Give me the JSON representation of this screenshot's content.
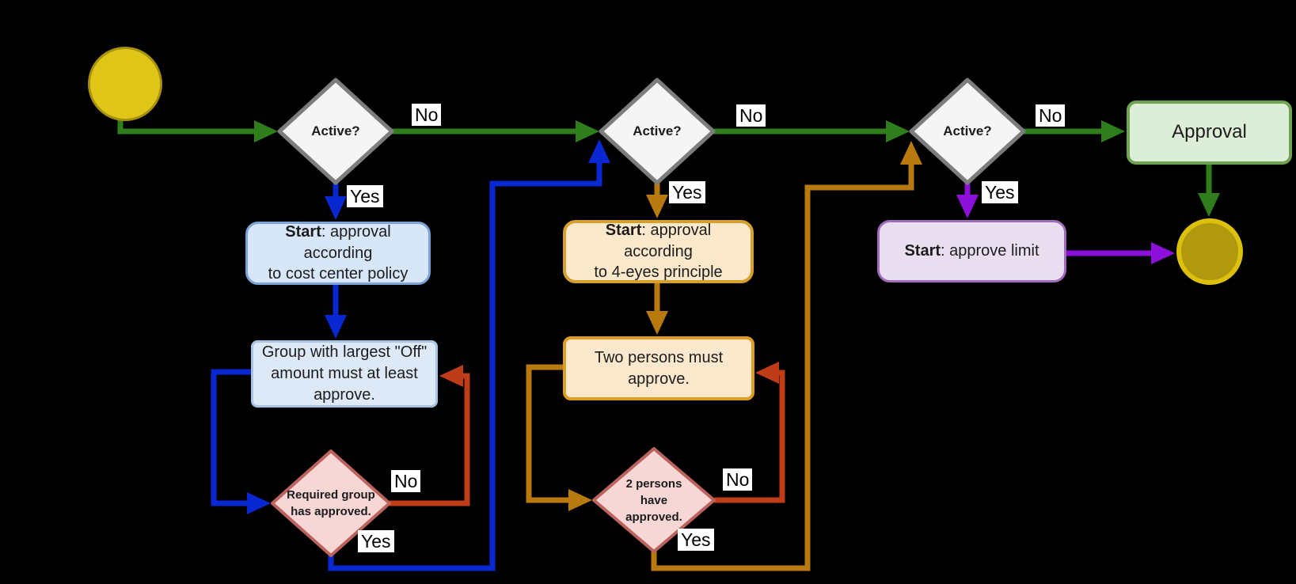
{
  "labels": {
    "no": "No",
    "yes": "Yes"
  },
  "nodes": {
    "start_event": {
      "type": "start"
    },
    "active_1": {
      "label": "Active?"
    },
    "active_2": {
      "label": "Active?"
    },
    "active_3": {
      "label": "Active?"
    },
    "start_cost_center": {
      "bold": "Start",
      "line1_rest": ": approval according",
      "line2": "to cost center policy"
    },
    "group_approve": {
      "lines": [
        "Group with largest \"Off\"",
        "amount must at least",
        "approve."
      ]
    },
    "required_group": {
      "lines": [
        "Required group",
        "has approved."
      ]
    },
    "start_four_eyes": {
      "bold": "Start",
      "line1_rest": ": approval according",
      "line2": "to 4-eyes principle"
    },
    "two_persons": {
      "lines": [
        "Two persons must",
        "approve."
      ]
    },
    "two_approved": {
      "lines": [
        "2 persons",
        "have",
        "approved."
      ]
    },
    "start_approve_limit": {
      "bold": "Start",
      "rest": ": approve limit"
    },
    "approval": {
      "label": "Approval"
    },
    "end_event": {
      "type": "end"
    }
  },
  "colors": {
    "background": "#000000",
    "flow_green": "#2F7D1B",
    "flow_blue": "#0A28D2",
    "flow_red": "#BE3D18",
    "flow_gold": "#B8790E",
    "flow_purple": "#8C10D9",
    "decision_fill": "#F5F5F5",
    "decision_border": "#7D7D7D",
    "check_fill": "#F7D6D6",
    "check_border": "#BB635D",
    "task_blue_fill": "#D7E6F9",
    "task_blue_border": "#7BA2DA",
    "action_blue_fill": "#DEE9F8",
    "action_blue_border": "#A9C3E2",
    "task_orange_fill": "#FCE8CB",
    "task_orange_border": "#D5A02E",
    "action_orange_fill": "#FCE9CD",
    "action_orange_border": "#DC9F24",
    "task_purple_fill": "#E9DFF1",
    "task_purple_border": "#9E6CB9",
    "approval_fill": "#DDEED8",
    "approval_border": "#6FA352",
    "start_fill": "#E0C616",
    "start_border": "#A8900B",
    "end_fill": "#B1990F",
    "end_border": "#DCC00C",
    "label_bg": "#FFFFFF",
    "label_text": "#000000",
    "node_text": "#1C1C1C"
  }
}
